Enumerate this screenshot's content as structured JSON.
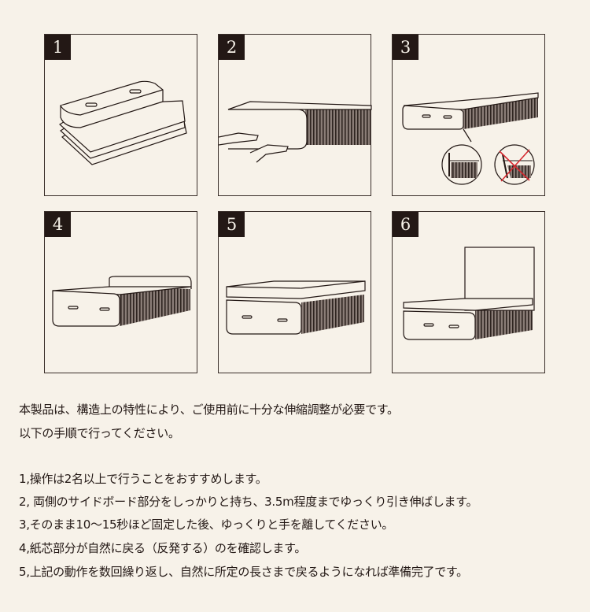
{
  "panels": [
    {
      "number": "1"
    },
    {
      "number": "2"
    },
    {
      "number": "3"
    },
    {
      "number": "4"
    },
    {
      "number": "5"
    },
    {
      "number": "6"
    }
  ],
  "intro": [
    "本製品は、構造上の特性により、ご使用前に十分な伸縮調整が必要です。",
    "以下の手順で行ってください。"
  ],
  "steps": [
    "1,操作は2名以上で行うことをおすすめします。",
    "2, 両側のサイドボード部分をしっかりと持ち、3.5m程度までゆっくり引き伸ばします。",
    "3,そのまま10〜15秒ほど固定した後、ゆっくりと手を離してください。",
    "4,紙芯部分が自然に戻る（反発する）のを確認します。",
    "5,上記の動作を数回繰り返し、自然に所定の長さまで戻るようになれば準備完了です。"
  ],
  "colors": {
    "background": "#f7f2e9",
    "badge": "#231815",
    "cross": "#d6282f"
  }
}
